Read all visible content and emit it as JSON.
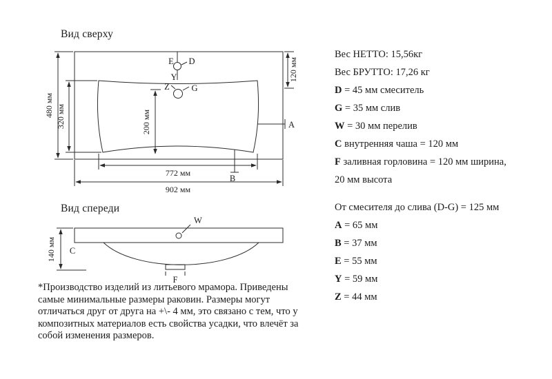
{
  "top_view": {
    "title": "Вид сверху",
    "dim_120": "120 мм",
    "dim_480": "480 мм",
    "dim_320": "320 мм",
    "dim_200": "200 мм",
    "dim_772": "772 мм",
    "dim_902": "902 мм",
    "label_E": "E",
    "label_D": "D",
    "label_Y": "Y",
    "label_Z": "Z",
    "label_G": "G",
    "label_A": "A",
    "label_B": "B"
  },
  "front_view": {
    "title": "Вид спереди",
    "dim_140": "140 мм",
    "label_W": "W",
    "label_C": "C",
    "label_F": "F"
  },
  "specs": {
    "weight_netto": "Вес НЕТТО: 15,56кг",
    "weight_brutto": "Вес БРУТТО: 17,26 кг",
    "items": [
      {
        "key": "D",
        "text": " = 45 мм смеситель"
      },
      {
        "key": "G",
        "text": " = 35 мм слив"
      },
      {
        "key": "W",
        "text": " = 30 мм перелив"
      },
      {
        "key": "C",
        "text": " внутренняя чаша = 120 мм"
      },
      {
        "key": "F",
        "text": " заливная горловина = 120 мм ширина,"
      }
    ],
    "f_height_cont": "20 мм высота",
    "distance_line": "От смесителя до слива (D-G) = 125 мм",
    "letter_dims": [
      {
        "key": "A",
        "text": " = 65 мм"
      },
      {
        "key": "B",
        "text": " = 37 мм"
      },
      {
        "key": "E",
        "text": " = 55 мм"
      },
      {
        "key": "Y",
        "text": " = 59 мм"
      },
      {
        "key": "Z",
        "text": " = 44 мм"
      }
    ]
  },
  "footnote": {
    "lines": [
      "*Производство изделий из литьевого мрамора. Приведены",
      "самые минимальные размеры раковин. Размеры могут",
      "отличаться друг от друга на +\\- 4 мм, это связано с тем, что у",
      "композитных материалов есть свойства усадки, что влечёт за",
      "собой изменения размеров."
    ]
  }
}
